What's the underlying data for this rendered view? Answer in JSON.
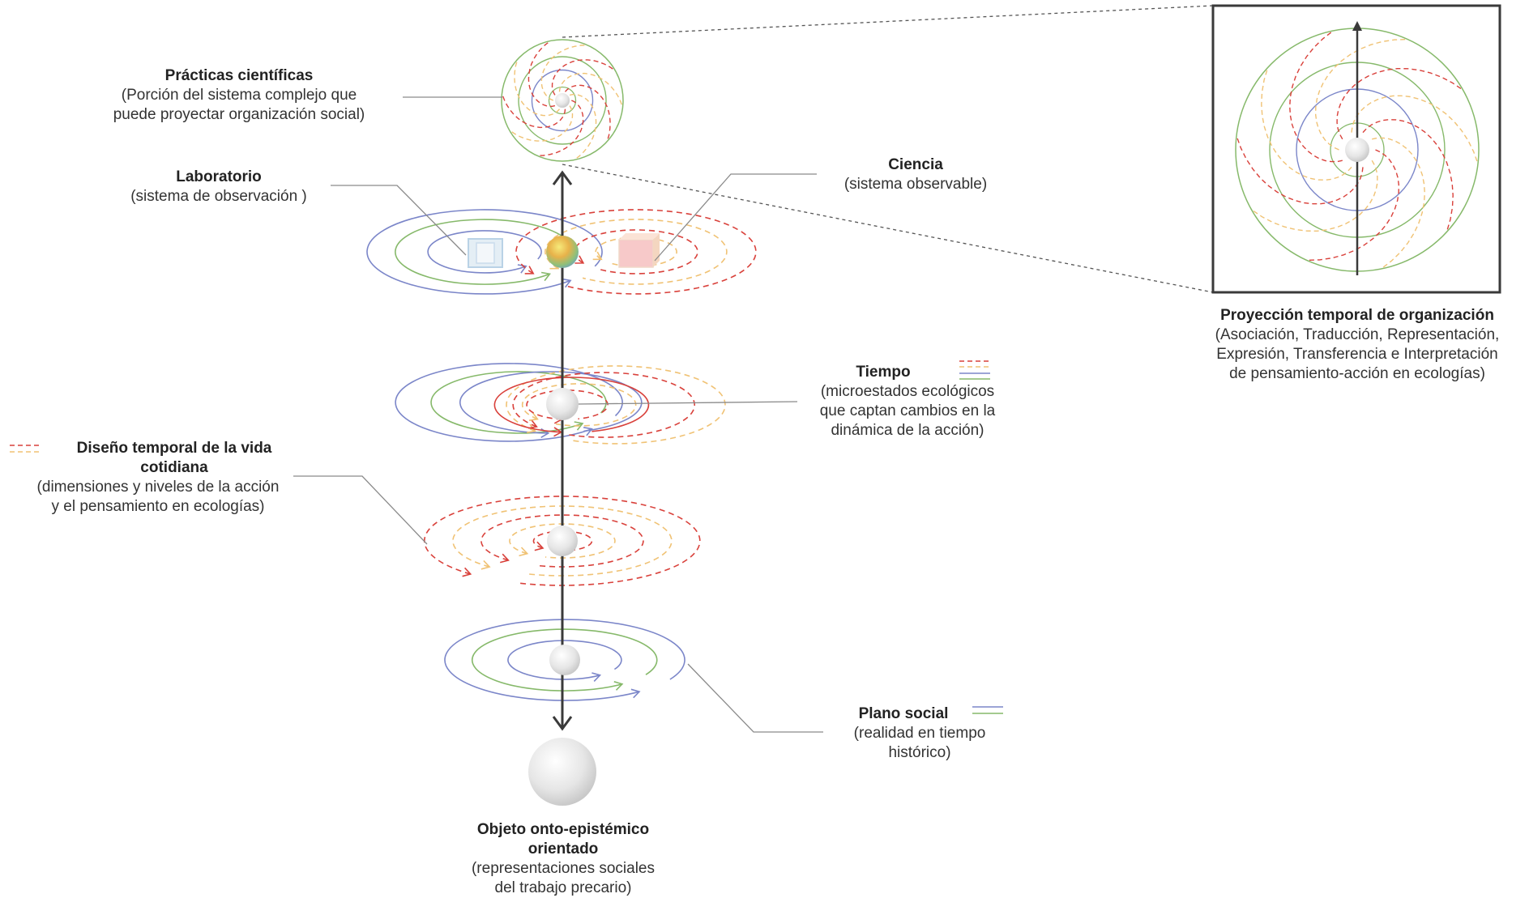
{
  "colors": {
    "blue": "#7b86c9",
    "green": "#86b96a",
    "red": "#d9413b",
    "yellow": "#f0c274",
    "axis": "#3a3a3a",
    "leader": "#8a8a8a",
    "text": "#333333"
  },
  "labels": {
    "practicas": {
      "title": "Prácticas científicas",
      "line1": "(Porción del sistema complejo que",
      "line2": "puede proyectar organización social)"
    },
    "laboratorio": {
      "title": "Laboratorio",
      "line1": "(sistema de observación )"
    },
    "ciencia": {
      "title": "Ciencia",
      "line1": "(sistema observable)"
    },
    "tiempo": {
      "title": "Tiempo",
      "line1": "(microestados ecológicos",
      "line2": "que captan cambios en la",
      "line3": "dinámica de la acción)"
    },
    "diseno": {
      "title1": "Diseño temporal de la vida",
      "title2": "cotidiana",
      "line1": "(dimensiones y niveles de la acción",
      "line2": "y el pensamiento en ecologías)"
    },
    "plano": {
      "title": "Plano social",
      "line1": "(realidad en tiempo",
      "line2": "histórico)"
    },
    "objeto": {
      "title1": "Objeto onto-epistémico",
      "title2": "orientado",
      "line1": "(representaciones sociales",
      "line2": "del trabajo precario)"
    },
    "proyeccion": {
      "title": "Proyección temporal de organización",
      "line1": "(Asociación, Traducción, Representación,",
      "line2": "Expresión, Transferencia e Interpretación",
      "line3": "de pensamiento-acción en ecologías)"
    }
  }
}
